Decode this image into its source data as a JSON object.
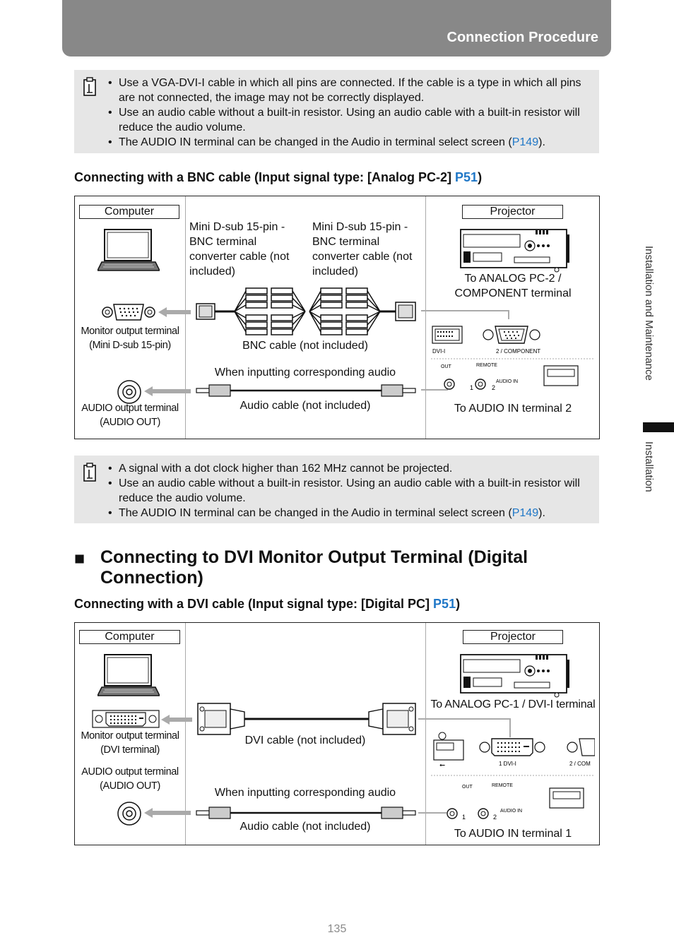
{
  "header": {
    "title": "Connection Procedure"
  },
  "note1": {
    "items": [
      {
        "text": "Use a VGA-DVI-I cable in which all pins are connected. If the cable is a type in which all pins are not connected, the image may not be correctly displayed."
      },
      {
        "text": "Use an audio cable without a built-in resistor. Using an audio cable with a built-in resistor will reduce the audio volume."
      },
      {
        "text": "The AUDIO IN terminal can be changed in the Audio in terminal select screen (",
        "link": "P149",
        "after": ")."
      }
    ]
  },
  "bnc_section": {
    "heading": "Connecting with a BNC cable (Input signal type: [Analog PC-2]",
    "heading_link": "P51",
    "heading_end": ")",
    "computer_label": "Computer",
    "projector_label": "Projector",
    "converter_left": "Mini D-sub 15-pin - BNC terminal converter cable (not included)",
    "converter_right": "Mini D-sub 15-pin - BNC terminal converter cable (not included)",
    "to_analog": "To ANALOG PC-2 / COMPONENT terminal",
    "monitor_output": "Monitor output terminal (Mini D-sub 15-pin)",
    "bnc_cable": "BNC cable (not included)",
    "when_audio": "When inputting corresponding audio",
    "audio_output": "AUDIO output terminal (AUDIO OUT)",
    "audio_cable": "Audio cable (not included)",
    "to_audio_in": "To AUDIO IN terminal 2",
    "panel_dvi": "DVI-I",
    "panel_component": "2 / COMPONENT",
    "panel_out": "OUT",
    "panel_remote": "REMOTE",
    "panel_audio_in": "AUDIO IN",
    "panel_1": "1",
    "panel_2": "2"
  },
  "note2": {
    "items": [
      {
        "text": "A signal with a dot clock higher than 162 MHz cannot be projected."
      },
      {
        "text": "Use an audio cable without a built-in resistor. Using an audio cable with a built-in resistor will reduce the audio volume."
      },
      {
        "text": "The AUDIO IN terminal can be changed in the Audio in terminal select screen (",
        "link": "P149",
        "after": ")."
      }
    ]
  },
  "dvi_heading": {
    "square": "■",
    "text": "Connecting to DVI Monitor Output Terminal (Digital Connection)"
  },
  "dvi_section": {
    "heading": "Connecting with a DVI cable (Input signal type: [Digital PC]",
    "heading_link": "P51",
    "heading_end": ")",
    "computer_label": "Computer",
    "projector_label": "Projector",
    "to_analog": "To ANALOG PC-1 / DVI-I terminal",
    "monitor_output": "Monitor output terminal (DVI terminal)",
    "dvi_cable": "DVI cable (not included)",
    "audio_output": "AUDIO output terminal (AUDIO OUT)",
    "when_audio": "When inputting corresponding audio",
    "audio_cable": "Audio cable (not included)",
    "to_audio_in": "To AUDIO IN terminal 1",
    "panel_dvi": "1 DVI-I",
    "panel_com": "2 / COM",
    "panel_out": "OUT",
    "panel_remote": "REMOTE",
    "panel_audio_in": "AUDIO IN",
    "panel_1": "1",
    "panel_2": "2"
  },
  "sidebar": {
    "top": "Installation and Maintenance",
    "bottom": "Installation"
  },
  "page_number": "135"
}
